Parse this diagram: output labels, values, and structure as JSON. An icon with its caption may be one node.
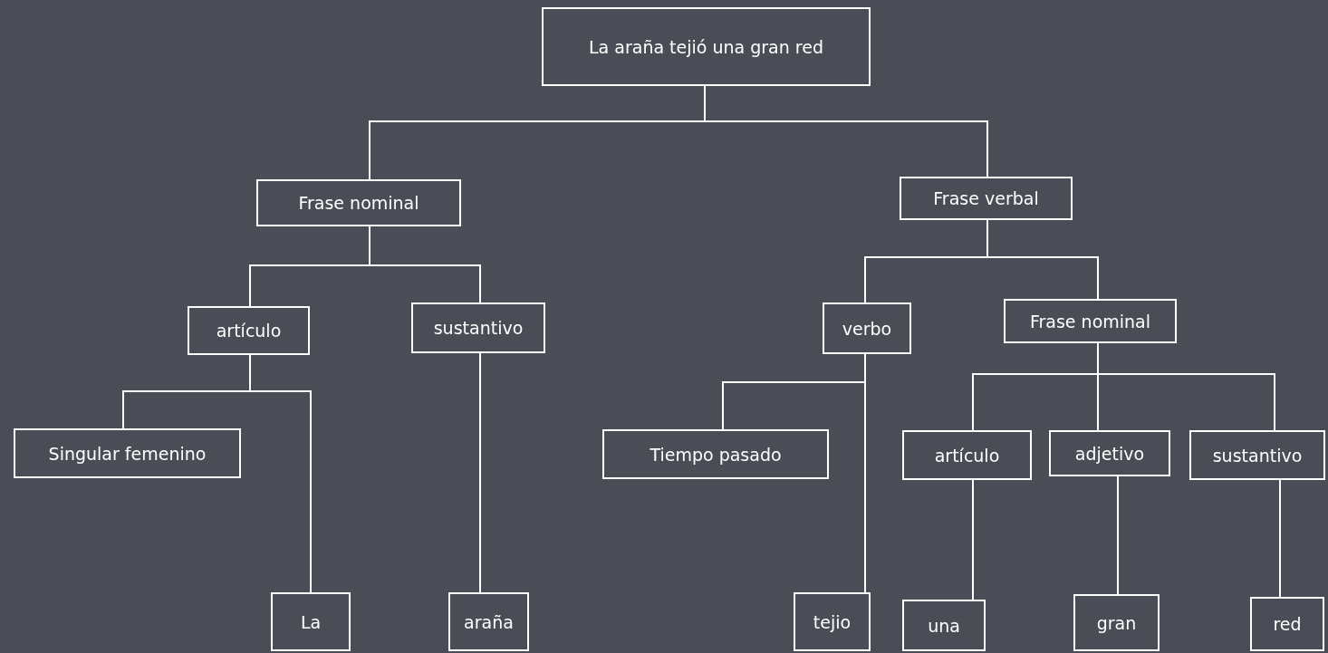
{
  "diagram": {
    "nodes": [
      {
        "text": [
          "La araña tejió una gran red"
        ]
      },
      {
        "text": [
          "Frase nominal"
        ]
      },
      {
        "text": [
          "Frase verbal"
        ]
      },
      {
        "text": [
          "artículo"
        ]
      },
      {
        "text": [
          "sustantivo"
        ]
      },
      {
        "text": [
          "verbo"
        ]
      },
      {
        "text": [
          "Frase nominal"
        ]
      },
      {
        "text": [
          "Singular femenino"
        ]
      },
      {
        "text": [
          "Tiempo pasado"
        ]
      },
      {
        "text": [
          "artículo"
        ]
      },
      {
        "text": [
          "adjetivo"
        ]
      },
      {
        "text": [
          "sustantivo"
        ]
      },
      {
        "text": [
          "La"
        ]
      },
      {
        "text": [
          "araña"
        ]
      },
      {
        "text": [
          "tejio"
        ]
      },
      {
        "text": [
          "una"
        ]
      },
      {
        "text": [
          "gran"
        ]
      },
      {
        "text": [
          "red"
        ]
      }
    ],
    "edges": [
      {
        "from": 0,
        "to": 1,
        "arrow": "none"
      },
      {
        "from": 0,
        "to": 2,
        "arrow": "none"
      },
      {
        "from": 1,
        "to": 3,
        "arrow": "none"
      },
      {
        "from": 1,
        "to": 4,
        "arrow": "none"
      },
      {
        "from": 2,
        "to": 5,
        "arrow": "none"
      },
      {
        "from": 2,
        "to": 6,
        "arrow": "none"
      },
      {
        "from": 3,
        "to": 7,
        "arrow": "none"
      },
      {
        "from": 3,
        "to": 12,
        "arrow": "none"
      },
      {
        "from": 4,
        "to": 13,
        "arrow": "none"
      },
      {
        "from": 5,
        "to": 8,
        "arrow": "none"
      },
      {
        "from": 5,
        "to": 14,
        "arrow": "none"
      },
      {
        "from": 6,
        "to": 9,
        "arrow": "none"
      },
      {
        "from": 6,
        "to": 10,
        "arrow": "none"
      },
      {
        "from": 6,
        "to": 11,
        "arrow": "none"
      },
      {
        "from": 9,
        "to": 15,
        "arrow": "none"
      },
      {
        "from": 10,
        "to": 16,
        "arrow": "none"
      },
      {
        "from": 11,
        "to": 17,
        "arrow": "none"
      }
    ]
  }
}
